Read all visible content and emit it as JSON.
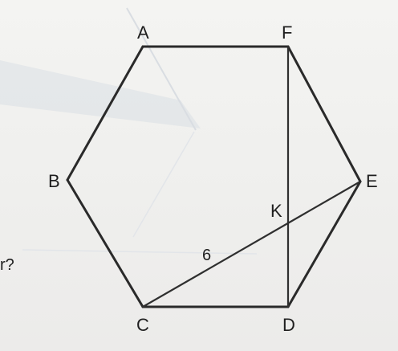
{
  "diagram": {
    "labels": {
      "A": "A",
      "B": "B",
      "C": "C",
      "D": "D",
      "E": "E",
      "F": "F",
      "K": "K",
      "CK_length": "6",
      "edge_text": "r?"
    }
  }
}
